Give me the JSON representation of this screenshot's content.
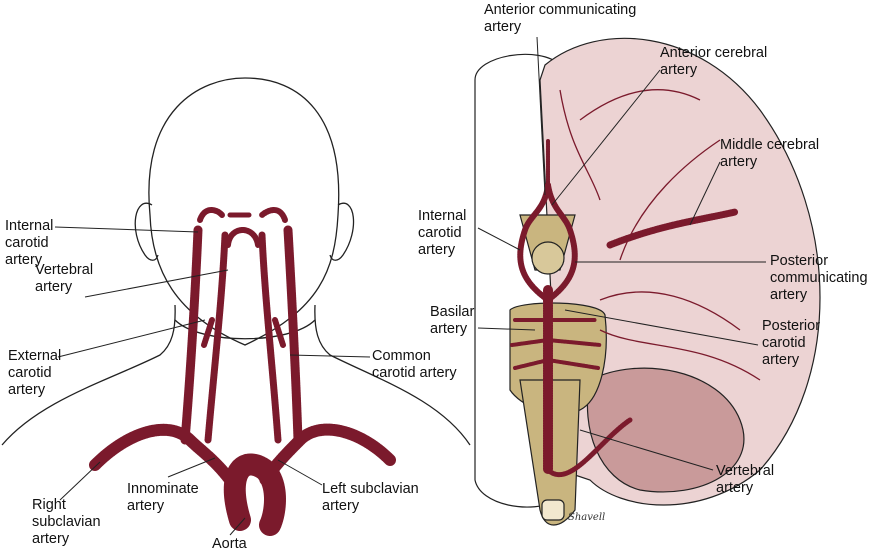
{
  "colors": {
    "artery": "#7b1a2c",
    "brain": "#ecd3d3",
    "brainstem": "#c9b57f",
    "outline": "#222222"
  },
  "left_figure": {
    "labels": {
      "internal_carotid": "Internal\ncarotid\nartery",
      "vertebral": "Vertebral\nartery",
      "external_carotid": "External\ncarotid\nartery",
      "common_carotid": "Common\ncarotid artery",
      "right_subclavian": "Right\nsubclavian\nartery",
      "innominate": "Innominate\nartery",
      "left_subclavian": "Left subclavian\nartery",
      "aorta": "Aorta"
    }
  },
  "right_figure": {
    "labels": {
      "anterior_communicating": "Anterior communicating\nartery",
      "anterior_cerebral": "Anterior cerebral\nartery",
      "middle_cerebral": "Middle cerebral\nartery",
      "internal_carotid": "Internal\ncarotid\nartery",
      "posterior_communicating": "Posterior\ncommunicating\nartery",
      "basilar": "Basilar\nartery",
      "posterior_carotid": "Posterior\ncarotid\nartery",
      "vertebral": "Vertebral\nartery"
    },
    "signature": "Shavell"
  }
}
